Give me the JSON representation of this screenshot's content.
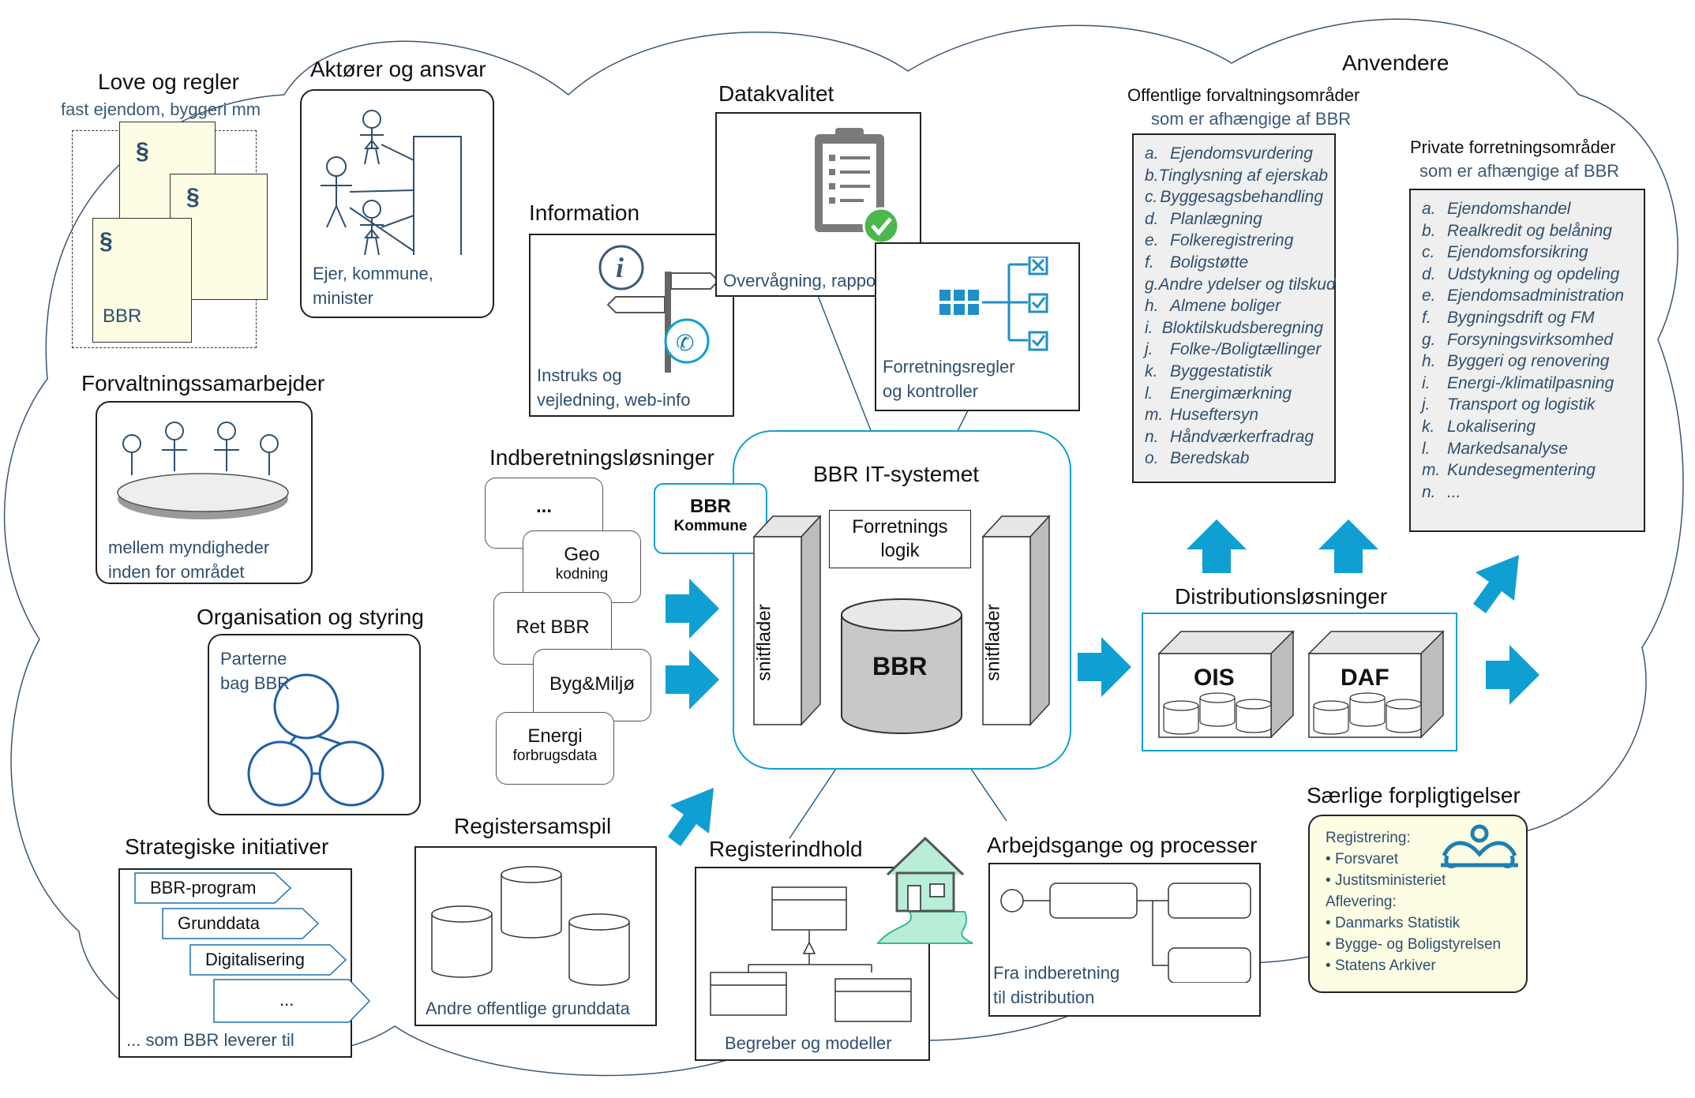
{
  "title": "BBR IT-systemet",
  "love": {
    "title": "Love og regler",
    "subtitle": "fast ejendom, byggeri mm",
    "section_sign": "§",
    "doc_label": "BBR"
  },
  "aktorer": {
    "title": "Aktører og ansvar",
    "caption_l1": "Ejer, kommune,",
    "caption_l2": "minister"
  },
  "forvaltning": {
    "title": "Forvaltningssamarbejder",
    "caption_l1": "mellem myndigheder",
    "caption_l2": "inden for området"
  },
  "organisation": {
    "title": "Organisation og styring",
    "caption_l1": "Parterne",
    "caption_l2": "bag BBR"
  },
  "strategiske": {
    "title": "Strategiske initiativer",
    "items": [
      "BBR-program",
      "Grunddata",
      "Digitalisering",
      "..."
    ],
    "caption": "... som BBR leverer til"
  },
  "information": {
    "title": "Information",
    "caption_l1": "Instruks og",
    "caption_l2": "vejledning, web-info"
  },
  "datakvalitet": {
    "title": "Datakvalitet",
    "caption": "Overvågning, rapporter"
  },
  "forretningsregler": {
    "caption_l1": "Forretningsregler",
    "caption_l2": "og kontroller"
  },
  "indberetning": {
    "title": "Indberetningsløsninger",
    "items": [
      {
        "label": "...",
        "sub": ""
      },
      {
        "label": "Geo",
        "sub": "kodning"
      },
      {
        "label": "Ret BBR",
        "sub": ""
      },
      {
        "label": "Byg&Miljø",
        "sub": ""
      },
      {
        "label": "Energi",
        "sub": "forbrugsdata"
      }
    ]
  },
  "bbr_system": {
    "title": "BBR IT-systemet",
    "kommune_l1": "BBR",
    "kommune_l2": "Kommune",
    "logic_l1": "Forretnings",
    "logic_l2": "logik",
    "interface_label": "snitflader",
    "db_label": "BBR"
  },
  "registersamspil": {
    "title": "Registersamspil",
    "caption": "Andre offentlige grunddata"
  },
  "registerindhold": {
    "title": "Registerindhold",
    "caption": "Begreber og modeller"
  },
  "arbejdsgange": {
    "title": "Arbejdsgange og processer",
    "caption_l1": "Fra indberetning",
    "caption_l2": "til distribution"
  },
  "distribution": {
    "title": "Distributionsløsninger",
    "ois": "OIS",
    "daf": "DAF"
  },
  "anvendere": {
    "title": "Anvendere",
    "offentlige": {
      "title": "Offentlige forvaltningsområder",
      "subtitle": "som er afhængige af BBR",
      "items": [
        {
          "letter": "a.",
          "text": "Ejendomsvurdering"
        },
        {
          "letter": "b.",
          "text": "Tinglysning af ejerskab"
        },
        {
          "letter": "c.",
          "text": "Byggesagsbehandling"
        },
        {
          "letter": "d.",
          "text": "Planlægning"
        },
        {
          "letter": "e.",
          "text": "Folkeregistrering"
        },
        {
          "letter": "f.",
          "text": "Boligstøtte"
        },
        {
          "letter": "g.",
          "text": "Andre ydelser og tilskud"
        },
        {
          "letter": "h.",
          "text": "Almene boliger"
        },
        {
          "letter": "i.",
          "text": "Bloktilskudsberegning"
        },
        {
          "letter": "j.",
          "text": "Folke-/Boligtællinger"
        },
        {
          "letter": "k.",
          "text": "Byggestatistik"
        },
        {
          "letter": "l.",
          "text": "Energimærkning"
        },
        {
          "letter": "m.",
          "text": "Huseftersyn"
        },
        {
          "letter": "n.",
          "text": "Håndværkerfradrag"
        },
        {
          "letter": "o.",
          "text": "Beredskab"
        }
      ]
    },
    "private": {
      "title": "Private forretningsområder",
      "subtitle": "som er afhængige af BBR",
      "items": [
        {
          "letter": "a.",
          "text": "Ejendomshandel"
        },
        {
          "letter": "b.",
          "text": "Realkredit og belåning"
        },
        {
          "letter": "c.",
          "text": "Ejendomsforsikring"
        },
        {
          "letter": "d.",
          "text": "Udstykning og opdeling"
        },
        {
          "letter": "e.",
          "text": "Ejendomsadministration"
        },
        {
          "letter": "f.",
          "text": "Bygningsdrift og FM"
        },
        {
          "letter": "g.",
          "text": "Forsyningsvirksomhed"
        },
        {
          "letter": "h.",
          "text": "Byggeri og renovering"
        },
        {
          "letter": "i.",
          "text": "Energi-/klimatilpasning"
        },
        {
          "letter": "j.",
          "text": "Transport og logistik"
        },
        {
          "letter": "k.",
          "text": "Lokalisering"
        },
        {
          "letter": "l.",
          "text": "Markedsanalyse"
        },
        {
          "letter": "m.",
          "text": "Kundesegmentering"
        },
        {
          "letter": "n.",
          "text": "..."
        }
      ]
    }
  },
  "saerlige": {
    "title": "Særlige forpligtigelser",
    "registrering_title": "Registrering:",
    "registrering": [
      "Forsvaret",
      "Justitsministeriet"
    ],
    "aflevering_title": "Aflevering:",
    "aflevering": [
      "Danmarks Statistik",
      "Bygge- og Boligstyrelsen",
      "Statens Arkiver"
    ]
  },
  "colors": {
    "accent": "#0f9fd3",
    "box_border": "#222222",
    "caption": "#2f4f6f",
    "note_bg": "#fdfde4",
    "list_bg": "#efefef"
  }
}
